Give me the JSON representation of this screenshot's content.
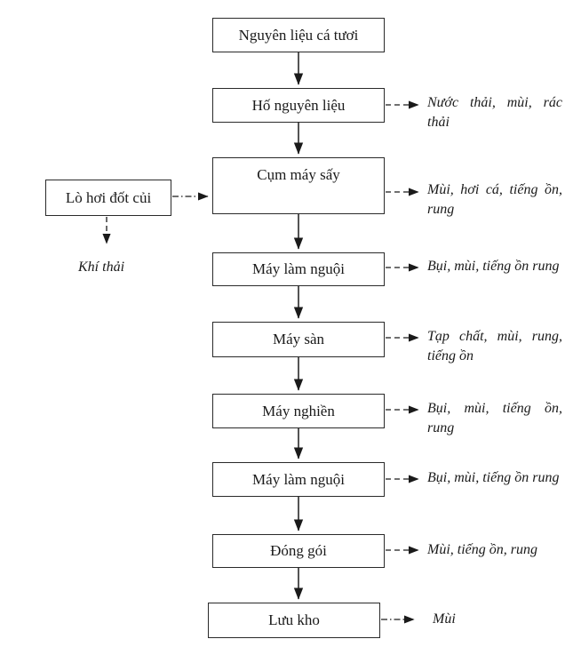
{
  "diagram": {
    "type": "flowchart",
    "language": "Vietnamese",
    "steps": [
      {
        "label": "Nguyên liệu cá tươi",
        "waste": ""
      },
      {
        "label": "Hố nguyên liệu",
        "waste": "Nước thải, mùi, rác thải"
      },
      {
        "label": "Cụm máy sấy",
        "waste": "Mùi, hơi cá, tiếng ồn, rung"
      },
      {
        "label": "Máy làm nguội",
        "waste": "Bụi, mùi, tiếng ồn rung"
      },
      {
        "label": "Máy sàn",
        "waste": "Tạp chất, mùi, rung, tiếng ồn"
      },
      {
        "label": "Máy nghiền",
        "waste": "Bụi, mùi, tiếng ồn, rung"
      },
      {
        "label": "Máy làm nguội",
        "waste": "Bụi, mùi, tiếng ồn rung"
      },
      {
        "label": "Đóng gói",
        "waste": "Mùi, tiếng ồn, rung"
      },
      {
        "label": "Lưu kho",
        "waste": "Mùi"
      }
    ],
    "side_input": {
      "label": "Lò hơi đốt củi",
      "emission": "Khí thải"
    }
  },
  "colors": {
    "background": "#ffffff",
    "line": "#1a1a1a",
    "box_border": "#2a2a2a",
    "text": "#1a1a1a"
  }
}
